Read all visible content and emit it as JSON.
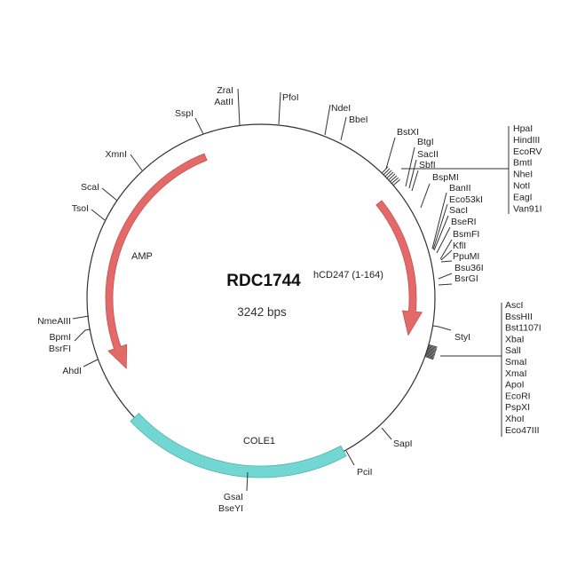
{
  "plasmid": {
    "name": "RDC1744",
    "size": "3242 bps"
  },
  "features": [
    {
      "label": "AMP",
      "type": "arrow",
      "direction": "counterclockwise"
    },
    {
      "label": "hCD247 (1-164)",
      "type": "arrow",
      "direction": "clockwise"
    },
    {
      "label": "COLE1",
      "type": "band"
    }
  ],
  "colors": {
    "arrow": "#e46a6a",
    "arrow_stroke": "#c85050",
    "band": "#72d6d2",
    "band_stroke": "#4fb3ae",
    "backbone": "#333333"
  },
  "sites": {
    "single": [
      "SspI",
      "ZraI",
      "AatII",
      "PfoI",
      "NdeI",
      "BbeI",
      "XmnI",
      "ScaI",
      "TsoI",
      "NmeAIII",
      "BpmI",
      "BsrFI",
      "AhdI",
      "GsaI",
      "BseYI",
      "PciI",
      "SapI",
      "StyI",
      "BstXI",
      "BtgI",
      "SacII",
      "SbfI",
      "BspMI",
      "BanII",
      "Eco53kI",
      "SacI",
      "BseRI",
      "BsmFI",
      "KflI",
      "PpuMI",
      "Bsu36I",
      "BsrGI"
    ],
    "list_upper": [
      "HpaI",
      "HindIII",
      "EcoRV",
      "BmtI",
      "NheI",
      "NotI",
      "EagI",
      "Van91I"
    ],
    "list_lower": [
      "AscI",
      "BssHII",
      "Bst1107I",
      "XbaI",
      "SalI",
      "SmaI",
      "XmaI",
      "ApoI",
      "EcoRI",
      "PspXI",
      "XhoI",
      "Eco47III"
    ]
  }
}
